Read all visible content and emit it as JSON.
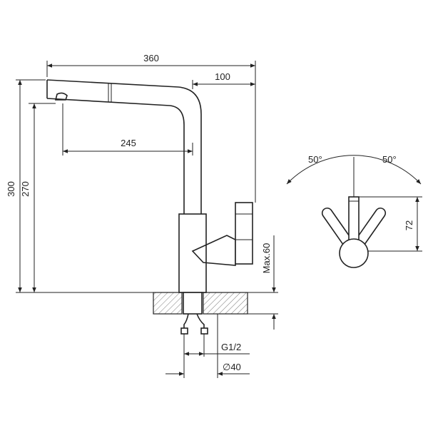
{
  "dimensions": {
    "overall_width": "360",
    "spout_top": "100",
    "spout_reach": "245",
    "total_height": "300",
    "spout_height": "270",
    "counter_thickness": "Max.60",
    "thread": "G1/2",
    "hole_diameter": "∅40",
    "lever_angle_left": "50°",
    "lever_angle_right": "50°",
    "lever_height": "72"
  },
  "colors": {
    "line": "#222222",
    "background": "#ffffff"
  }
}
